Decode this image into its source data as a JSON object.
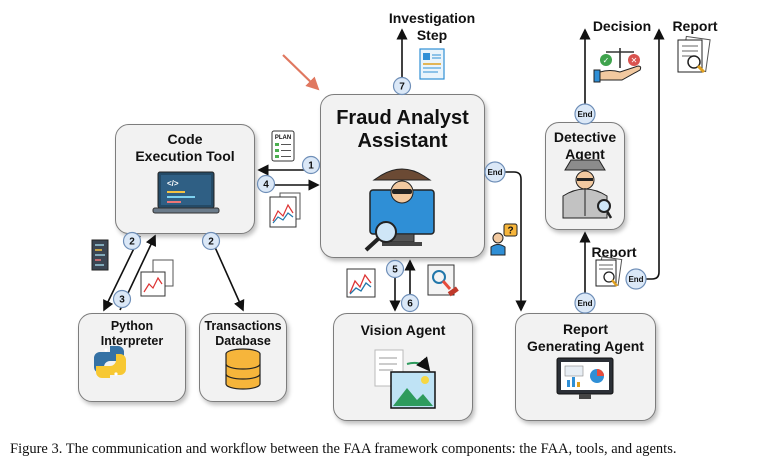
{
  "nodes": {
    "faa": "Fraud Analyst\nAssistant",
    "code_tool": "Code\nExecution Tool",
    "python": "Python\nInterpreter",
    "transactions": "Transactions\nDatabase",
    "vision": "Vision Agent",
    "detective": "Detective\nAgent",
    "report_agent": "Report\nGenerating Agent"
  },
  "labels": {
    "investigation": "Investigation\nStep",
    "decision": "Decision",
    "report_top": "Report",
    "report_mid": "Report"
  },
  "step_numbers": [
    "1",
    "2",
    "2",
    "3",
    "4",
    "5",
    "6",
    "7"
  ],
  "end_badge": "End",
  "plan_label": "PLAN",
  "caption": "Figure 3. The communication and workflow between the FAA framework components: the FAA, tools, and agents.",
  "colors": {
    "box_fill": "#f2f2f2",
    "box_border": "#7d7d7d",
    "badge_fill": "#dbe8f7",
    "badge_border": "#6f8fb8",
    "pointer_arrow": "#e07860",
    "icon_blue": "#2f8fd6",
    "python_blue": "#3572a5",
    "python_yellow": "#f7c833",
    "database_gold": "#f6b53b"
  },
  "icons": [
    "plan-icon",
    "chart-icon",
    "document-icon",
    "laptop-code-icon",
    "code-file-icon",
    "python-logo-icon",
    "database-icon",
    "detective-computer-icon",
    "vision-document-icon",
    "detective-icon",
    "scales-icon",
    "report-icon",
    "dashboard-monitor-icon",
    "question-person-icon",
    "magnify-chart-icon"
  ]
}
